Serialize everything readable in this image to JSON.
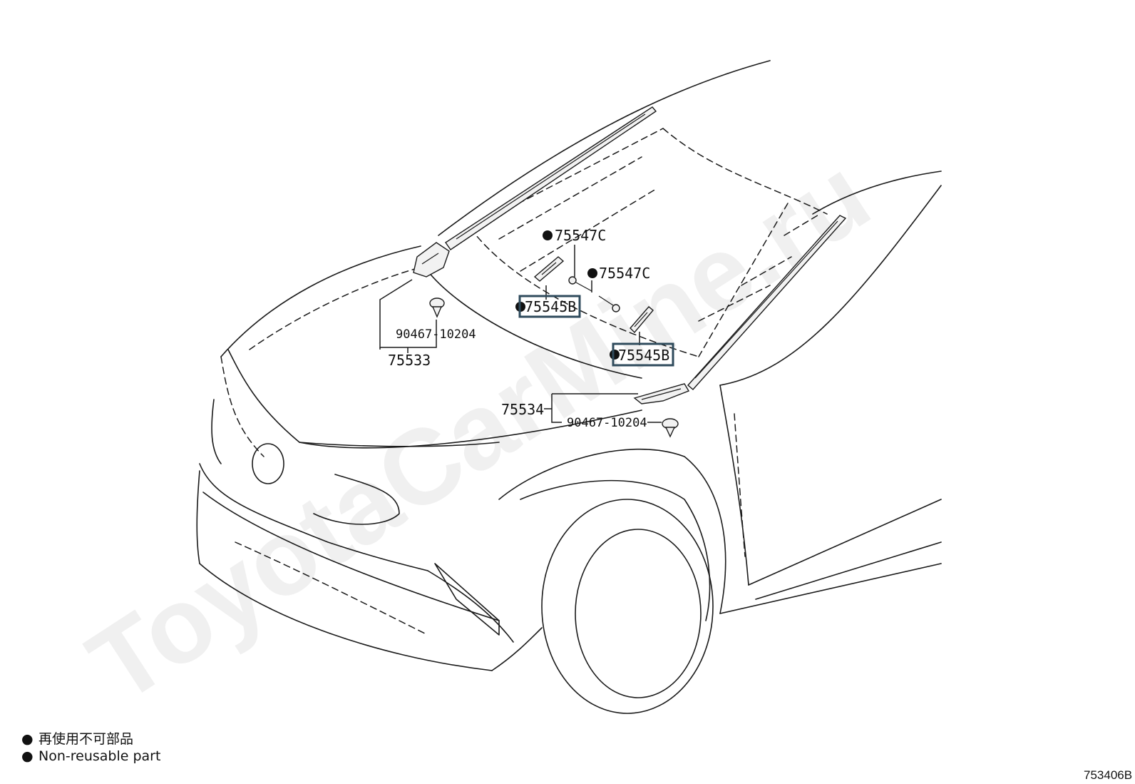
{
  "watermark": "ToyotaCarMine.ru",
  "labels": {
    "clip_upper_left": "90467-10204",
    "cowl_left": "75533",
    "clip_upper_right": "75547C",
    "clip_lower_right": "75547C",
    "stud_upper": "75545B",
    "stud_lower": "75545B",
    "cowl_right": "75534",
    "clip_right": "90467-10204"
  },
  "legend": {
    "items": [
      {
        "marker": "●",
        "text": "再使用不可部品"
      },
      {
        "marker": "●",
        "text": "Non-reusable part"
      }
    ]
  },
  "figure_code": "753406B",
  "colors": {
    "line": "#1a1a1a",
    "highlight": "#2f4b5c",
    "background": "#ffffff"
  }
}
